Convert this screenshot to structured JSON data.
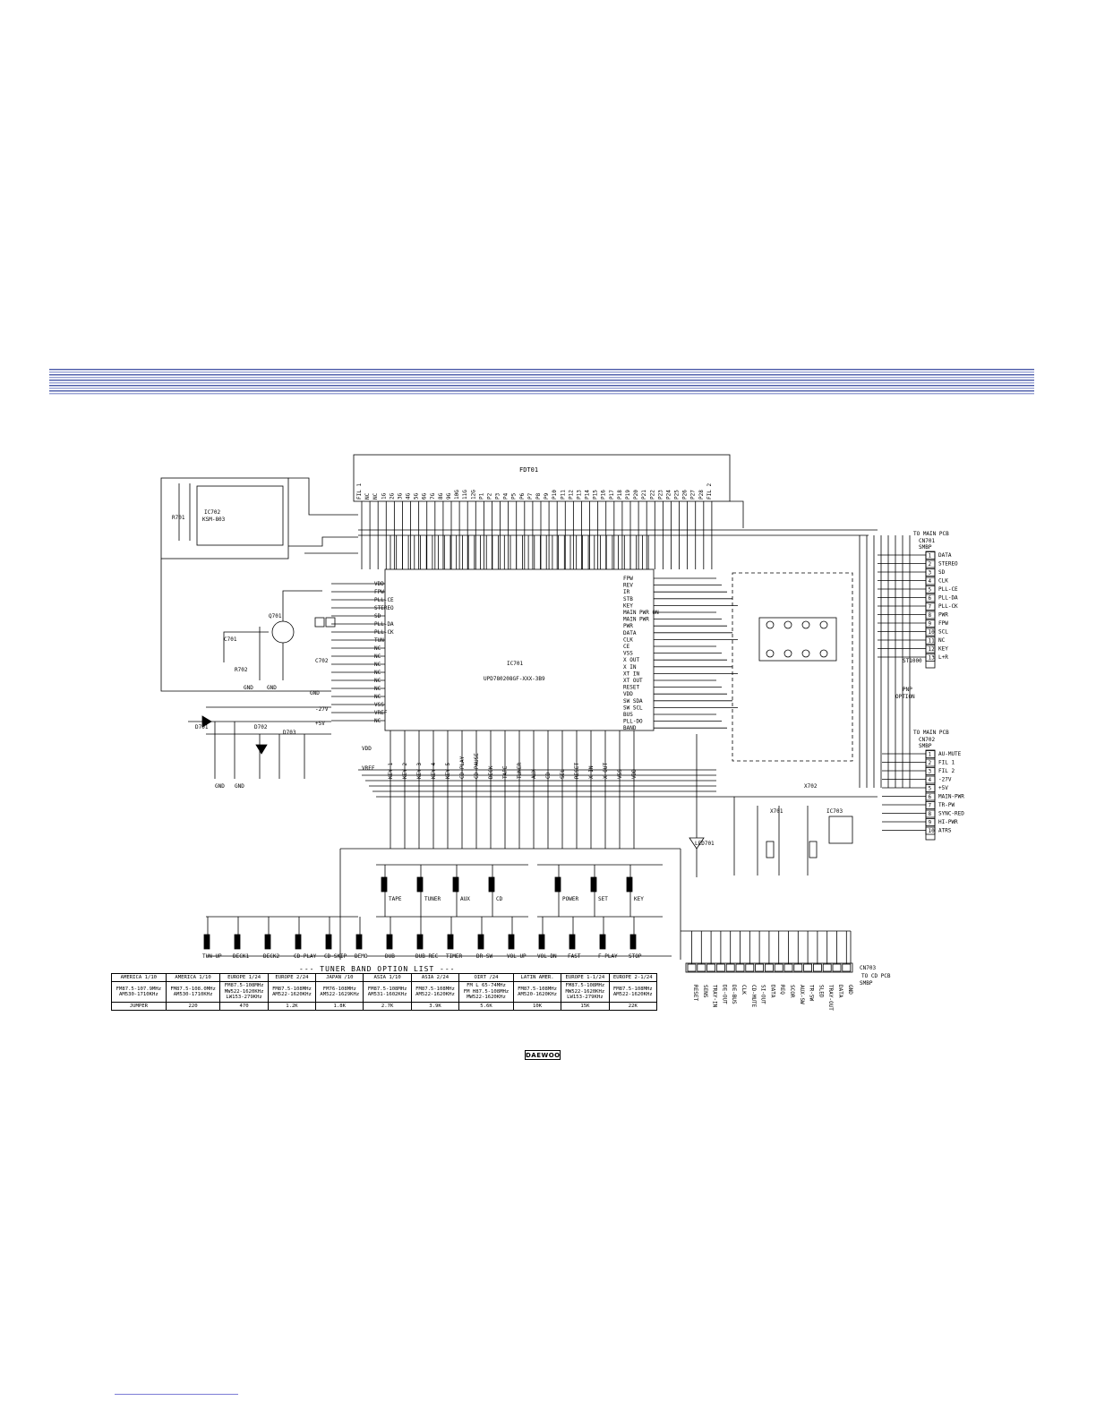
{
  "page": {
    "colors": {
      "stripe": "#4a5aa8",
      "footer_line": "#7d7dd6",
      "ink": "#000000"
    }
  },
  "schematic": {
    "vfd": "FDT01",
    "vfd_pins_left": [
      "FIL 1",
      "NC",
      "NC",
      "1G",
      "2G",
      "3G",
      "4G",
      "5G",
      "6G",
      "7G",
      "8G",
      "9G",
      "10G",
      "11G",
      "12G",
      "P1",
      "P2",
      "P3",
      "P4",
      "P5",
      "P6",
      "P7",
      "P8",
      "P9",
      "P10",
      "P11",
      "P12",
      "P13",
      "P14",
      "P15",
      "P16",
      "P17",
      "P18",
      "P19",
      "P20",
      "P21",
      "P22",
      "P23",
      "P24",
      "P25",
      "P26",
      "P27",
      "P28",
      "FIL 2"
    ],
    "micom": "IC701",
    "micom_part": "UPD780208GF-XXX-3B9",
    "micom_right_pins": [
      "FPW",
      "REV",
      "IR",
      "STB",
      "KEY",
      "MAIN PWR ON",
      "MAIN PWR",
      "PWR",
      "DATA",
      "CLK",
      "CE",
      "VSS",
      "X OUT",
      "X IN",
      "XT IN",
      "XT OUT",
      "RESET",
      "VDD",
      "SW SDA",
      "SW SCL",
      "BUS",
      "PLL-DO",
      "BAND"
    ],
    "micom_left_pins": [
      "VDD",
      "FPW",
      "PLL-CE",
      "STEREO",
      "SD",
      "PLL-DA",
      "PLL-CK",
      "TUN",
      "NC",
      "NC",
      "NC",
      "NC",
      "NC",
      "NC",
      "NC",
      "VSS",
      "VREF",
      "NC"
    ],
    "micom_bottom_pins": [
      "KEY 1",
      "KEY 2",
      "KEY 3",
      "KEY 4",
      "KEY 5",
      "CD-PLAY",
      "CD-PAUSE",
      "DECK",
      "TAPE",
      "TUNER",
      "AUX",
      "CD",
      "SEL",
      "RESET",
      "X IN",
      "X OUT",
      "VSS",
      "VDD"
    ],
    "ir_receiver": "IC702",
    "ir_receiver_part": "KSM-803",
    "transistor": "Q701",
    "resonator": "X701",
    "reset_ic": "IC703",
    "pnp_label": "PNP",
    "connector_top": "CN701",
    "connector_top_caption": "TO MAIN PCB",
    "connector_top_sub": "SMBP",
    "connector_top_pins": [
      "DATA",
      "STEREO",
      "SD",
      "CLK",
      "PLL-CE",
      "PLL-DA",
      "PLL-CK",
      "PWR",
      "FPW",
      "SCL",
      "NC",
      "KEY",
      "L+R"
    ],
    "connector_mid": "CN702",
    "connector_mid_caption": "TO MAIN PCB",
    "connector_mid_sub": "SMBP",
    "connector_mid_pins": [
      "AU-MUTE",
      "FIL 1",
      "FIL 2",
      "-27V",
      "+5V",
      "MAIN-PWR",
      "TR-PW",
      "SYNC-RED",
      "HI-PWR",
      "ATRS"
    ],
    "connector_bottom": "CN703",
    "connector_bottom_caption": "TO CD PCB",
    "connector_bottom_sub": "SMBP",
    "connector_bottom_pins": [
      "RESET",
      "SENS",
      "TRAY-IN",
      "DE-OUT",
      "DE-BUS",
      "CLK",
      "CD-MUTE",
      "SI-OUT",
      "DATA",
      "REQ",
      "SCOR",
      "AUX-SW",
      "TR-SW",
      "SLED",
      "TRAY-OUT",
      "DATA",
      "GND"
    ],
    "keys_top": [
      "TAPE",
      "TUNER",
      "AUX",
      "CD",
      "POWER",
      "SET",
      "KEY"
    ],
    "keys_bottom": [
      "TUN-UP",
      "DECK1",
      "DECK2",
      "CD-PLAY",
      "CD-SKIP",
      "DEMO",
      "DUB",
      "DUB-REC",
      "TIMER",
      "DR-SW",
      "VOL-UP",
      "VOL-DN",
      "FAST",
      "F-PLAY",
      "STOP"
    ],
    "misc_labels": [
      "GND",
      "GND",
      "GND",
      "GND",
      "GND",
      "VDD",
      "VREF",
      "+5V",
      "-27V",
      "D701",
      "D702",
      "D703",
      "LED701",
      "R701",
      "R702",
      "C701",
      "C702",
      "X702",
      "ST1000",
      "OPTION"
    ]
  },
  "tuner_table": {
    "title": "--- TUNER BAND OPTION LIST ---",
    "headers": [
      "AMERICA 1/10",
      "AMERICA 1/10",
      "EUROPE 1/24",
      "EUROPE 2/24",
      "JAPAN /10",
      "ASIA 1/10",
      "ASIA 2/24",
      "OIRT /24",
      "LATIN AMER.",
      "EUROPE 1-1/24",
      "EUROPE 2-1/24"
    ],
    "bands": [
      "FM87.5-107.9MHz\nAM530-1710KHz",
      "FM87.5-108.0MHz\nAM530-1710KHz",
      "FM87.5-108MHz\nMW522-1620KHz\nLW153-279KHz",
      "FM87.5-108MHz\nAM522-1620KHz",
      "FM76-108MHz\nAM522-1629KHz",
      "FM87.5-108MHz\nAM531-1602KHz",
      "FM87.5-108MHz\nAM522-1620KHz",
      "FM L 65-74MHz\nFM H87.5-108MHz\nMW522-1620KHz",
      "FM87.5-108MHz\nAM520-1620KHz",
      "FM87.5-108MHz\nMW522-1620KHz\nLW153-279KHz",
      "FM87.5-108MHz\nAM522-1620KHz"
    ],
    "jumper_label": "JUMPER",
    "jumpers": [
      "220",
      "470",
      "1.2K",
      "1.8K",
      "2.7K",
      "3.9K",
      "5.6K",
      "10K",
      "15K",
      "22K"
    ]
  },
  "brand": {
    "logo_text": "DAEWOO"
  }
}
